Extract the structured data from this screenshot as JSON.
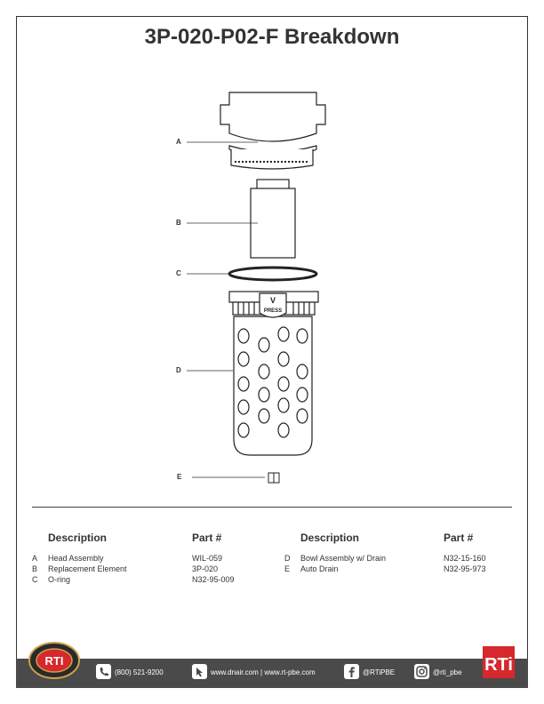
{
  "title": "3P-020-P02-F Breakdown",
  "callouts": {
    "a": "A",
    "b": "B",
    "c": "C",
    "d": "D",
    "e": "E"
  },
  "bowl_marks": {
    "arrow": "V",
    "press": "PRESS"
  },
  "table": {
    "left": {
      "description_header": "Description",
      "part_header": "Part #",
      "rows": [
        {
          "letter": "A",
          "description": "Head Assembly",
          "part": "WIL-059"
        },
        {
          "letter": "B",
          "description": "Replacement Element",
          "part": "3P-020"
        },
        {
          "letter": "C",
          "description": "O-ring",
          "part": "N32-95-009"
        }
      ]
    },
    "right": {
      "description_header": "Description",
      "part_header": "Part #",
      "rows": [
        {
          "letter": "D",
          "description": "Bowl Assembly w/ Drain",
          "part": "N32-15-160"
        },
        {
          "letter": "E",
          "description": "Auto Drain",
          "part": "N32-95-973"
        }
      ]
    }
  },
  "footer": {
    "phone": "(800) 521-9200",
    "web": "www.dnair.com | www.rt-pbe.com",
    "facebook": "@RTiPBE",
    "instagram": "@rti_pbe"
  },
  "logos": {
    "left": "RTI",
    "right": "RTi"
  }
}
